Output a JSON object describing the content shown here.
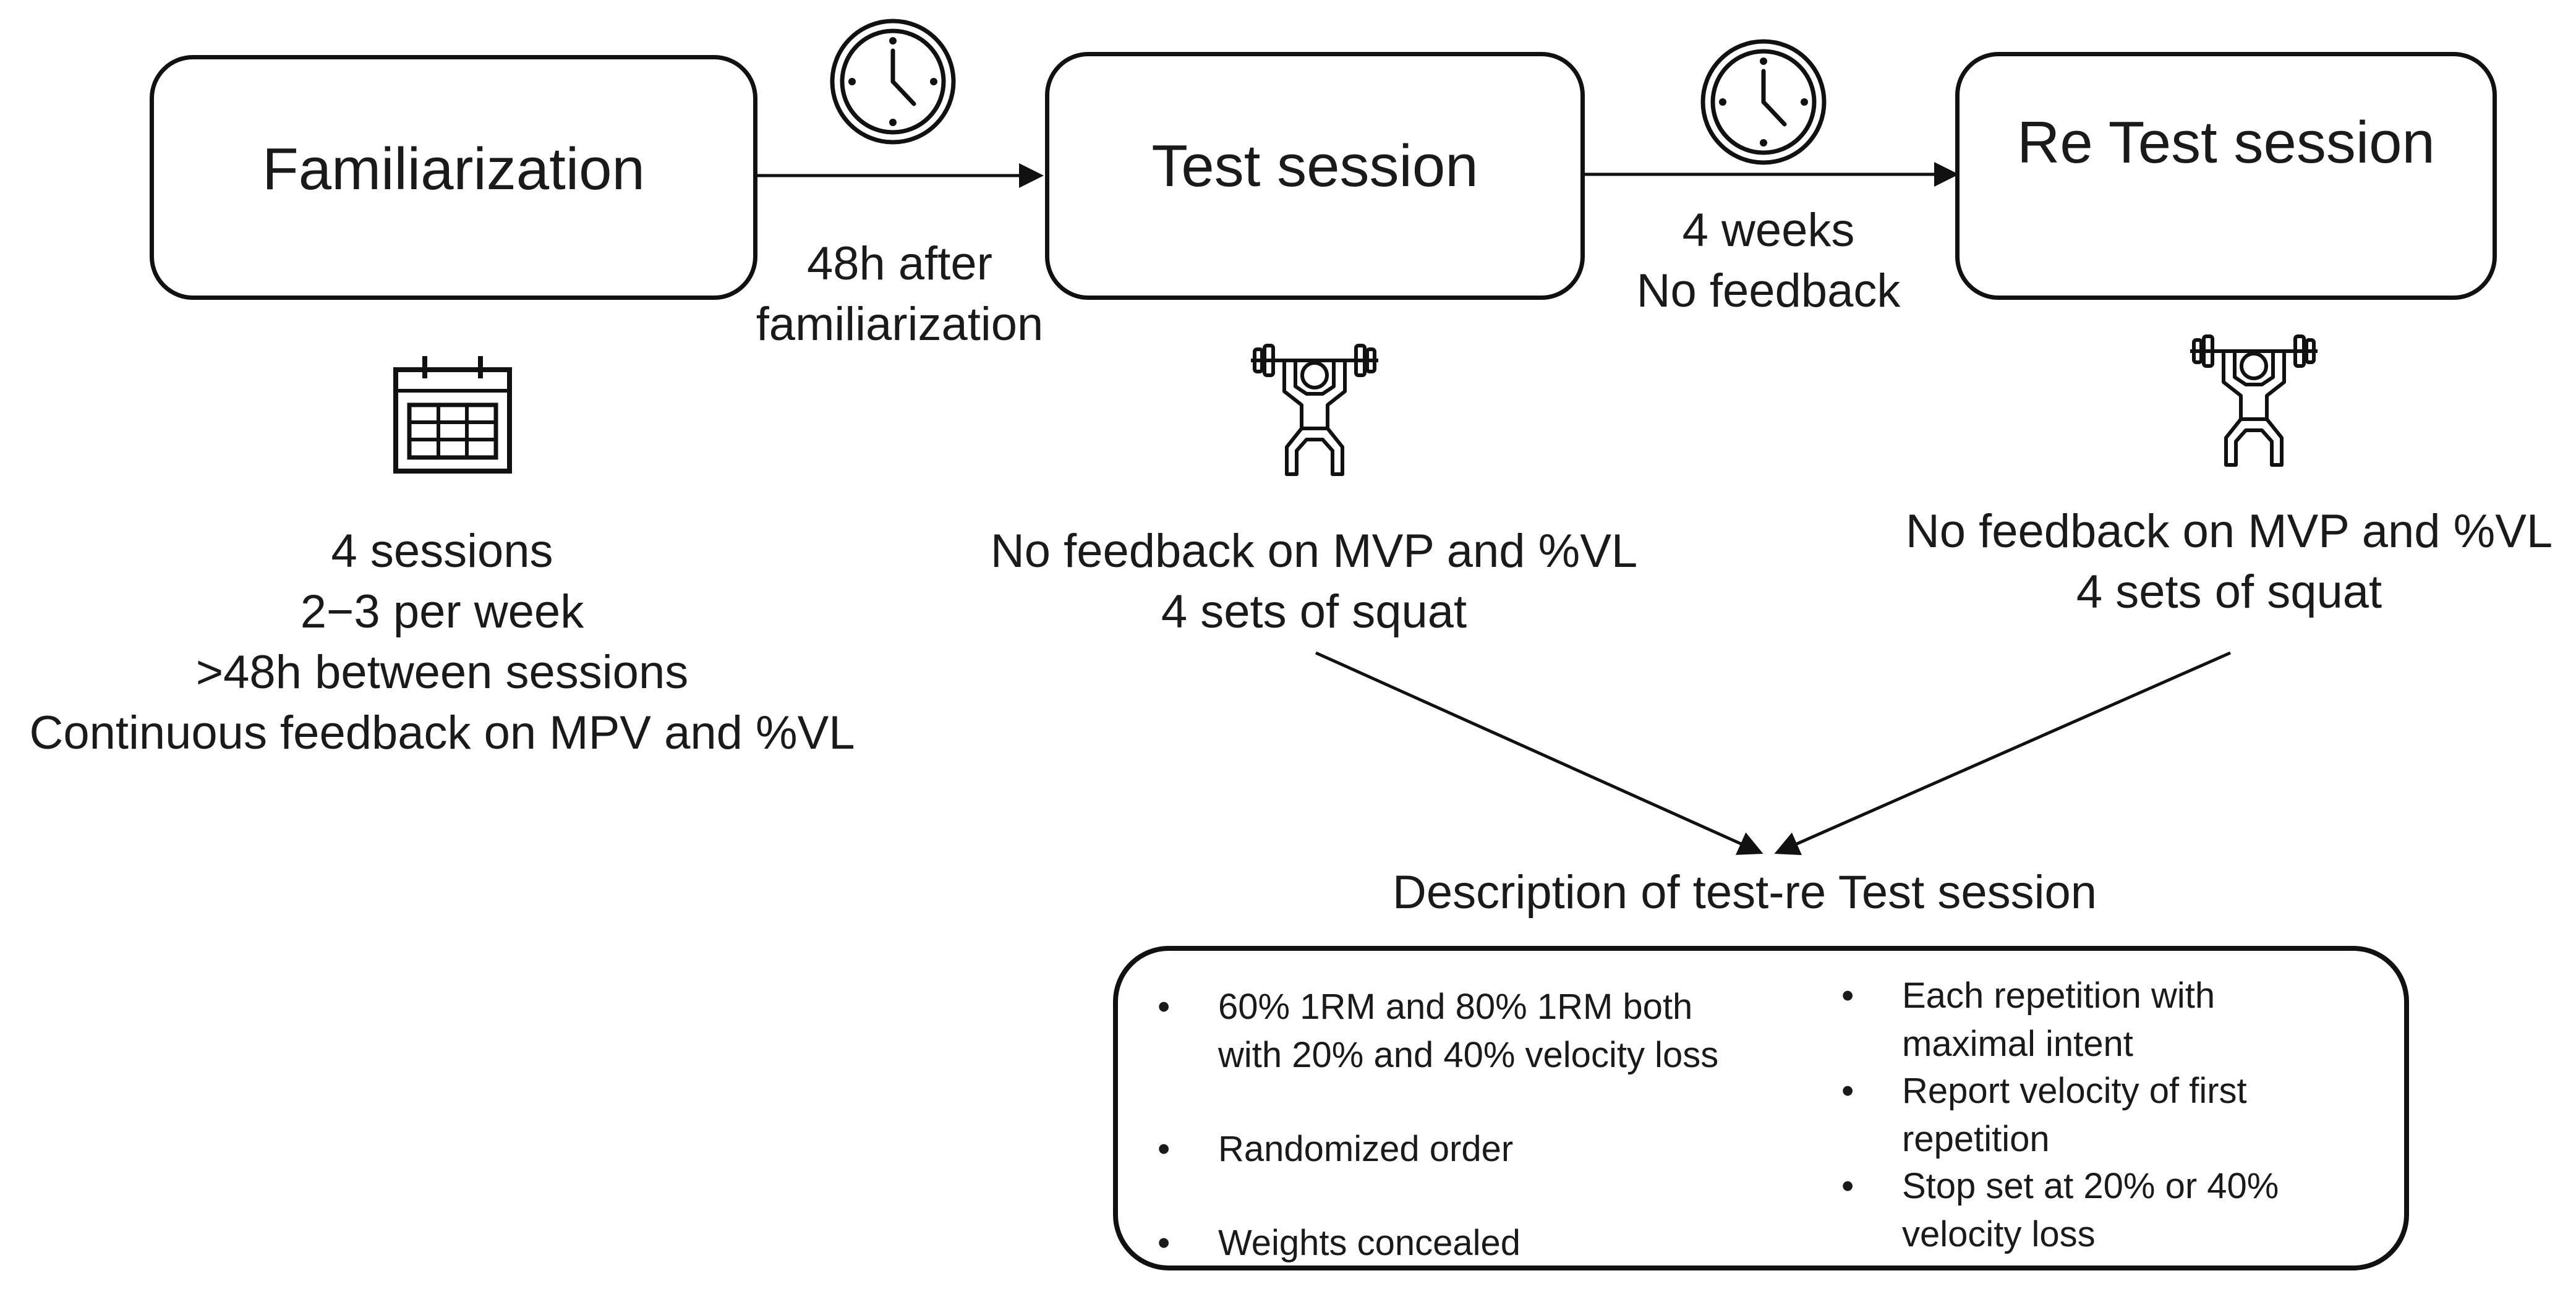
{
  "boxes": {
    "familiarization": "Familiarization",
    "test": "Test session",
    "retest": "Re Test session"
  },
  "arrows": {
    "first_gap": [
      "48h after",
      "familiarization"
    ],
    "second_gap": [
      "4 weeks",
      "No feedback"
    ]
  },
  "familiarization_details": [
    "4 sessions",
    "2−3 per week",
    ">48h between sessions",
    "Continuous feedback on MPV and %VL"
  ],
  "test_details": [
    "No feedback on MVP and %VL",
    "4 sets of squat"
  ],
  "retest_details": [
    "No feedback on MVP and %VL",
    "4 sets of squat"
  ],
  "description": {
    "title": "Description of test-re Test session",
    "bullet_char": "•",
    "left_bullets": [
      [
        "60% 1RM and 80% 1RM both",
        "with 20% and 40% velocity loss"
      ],
      [
        "Randomized order"
      ],
      [
        "Weights concealed"
      ]
    ],
    "right_bullets": [
      [
        "Each repetition with",
        "maximal intent"
      ],
      [
        "Report velocity of first",
        "repetition"
      ],
      [
        "Stop set at 20% or 40%",
        "velocity loss"
      ]
    ]
  },
  "icons": {
    "clocks": [
      "clock-icon",
      "clock-icon"
    ],
    "calendar": "calendar-icon",
    "lifters": [
      "weightlifter-icon",
      "weightlifter-icon"
    ]
  },
  "colors": {
    "stroke": "#111111",
    "text": "#1a1a1a",
    "background": "#ffffff"
  }
}
